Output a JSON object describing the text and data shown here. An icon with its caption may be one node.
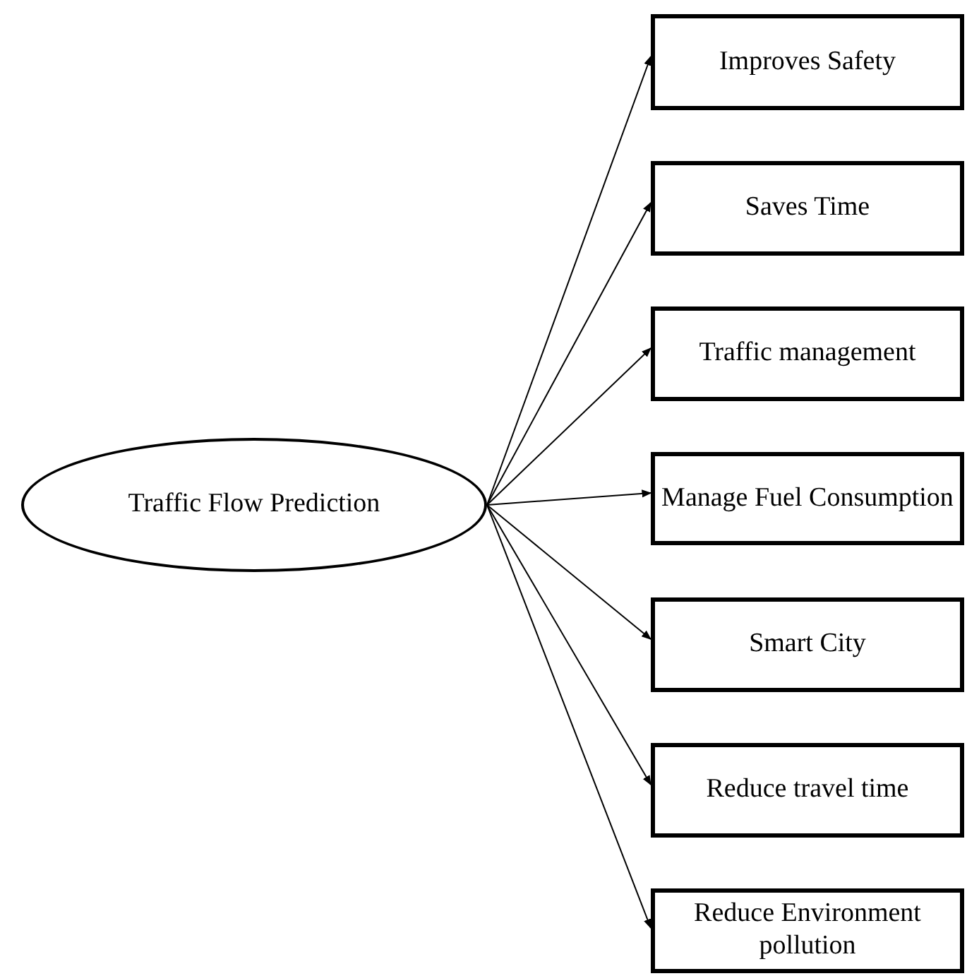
{
  "diagram": {
    "nodes": [
      {
        "text": [
          "Traffic Flow Prediction"
        ]
      },
      {
        "text": [
          "Improves Safety"
        ]
      },
      {
        "text": [
          "Saves Time"
        ]
      },
      {
        "text": [
          "Traffic management"
        ]
      },
      {
        "text": [
          "Manage Fuel Consumption"
        ]
      },
      {
        "text": [
          "Smart City"
        ]
      },
      {
        "text": [
          "Reduce travel time"
        ]
      },
      {
        "text": [
          "Reduce Environment pollution"
        ]
      }
    ],
    "edges": [
      {
        "from": 0,
        "to": 1,
        "arrow": "to"
      },
      {
        "from": 0,
        "to": 2,
        "arrow": "to"
      },
      {
        "from": 0,
        "to": 3,
        "arrow": "to"
      },
      {
        "from": 0,
        "to": 4,
        "arrow": "to"
      },
      {
        "from": 0,
        "to": 5,
        "arrow": "to"
      },
      {
        "from": 0,
        "to": 6,
        "arrow": "to"
      },
      {
        "from": 0,
        "to": 7,
        "arrow": "to"
      }
    ]
  }
}
